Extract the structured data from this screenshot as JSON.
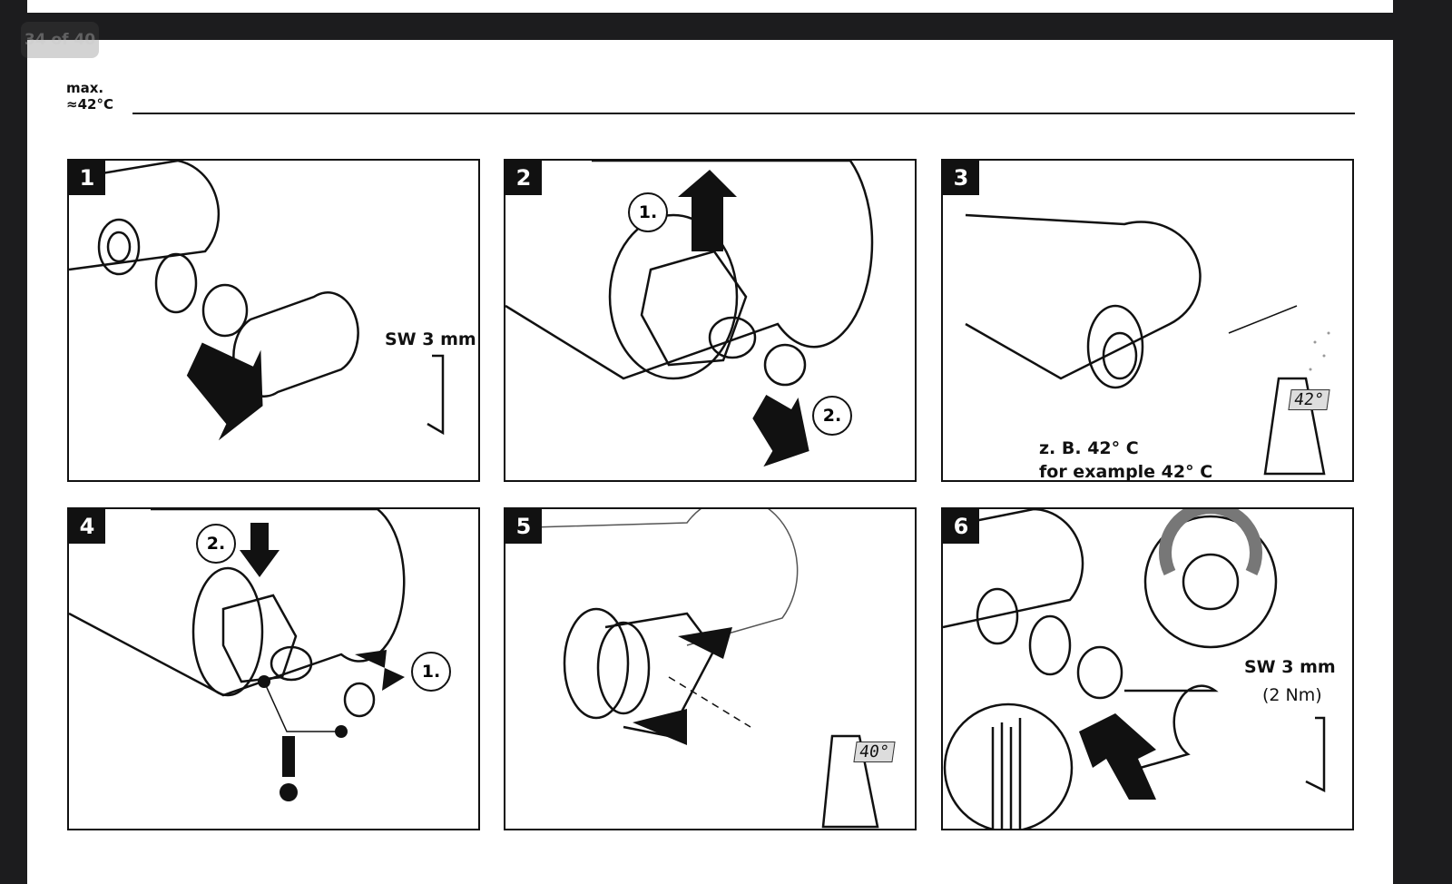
{
  "viewer": {
    "page_indicator": "34 of 40"
  },
  "header": {
    "max_label": "max.",
    "temp_label": "≈42°C"
  },
  "panels": [
    {
      "number": "1",
      "wrench_label": "SW 3 mm"
    },
    {
      "number": "2",
      "step1": "1.",
      "step2": "2."
    },
    {
      "number": "3",
      "readout": "42°",
      "caption_de": "z. B. 42° C",
      "caption_en": "for example 42° C"
    },
    {
      "number": "4",
      "step1": "1.",
      "step2": "2.",
      "warning": "!"
    },
    {
      "number": "5",
      "readout": "40°"
    },
    {
      "number": "6",
      "wrench_label": "SW 3 mm",
      "torque_label": "(2 Nm)"
    }
  ]
}
